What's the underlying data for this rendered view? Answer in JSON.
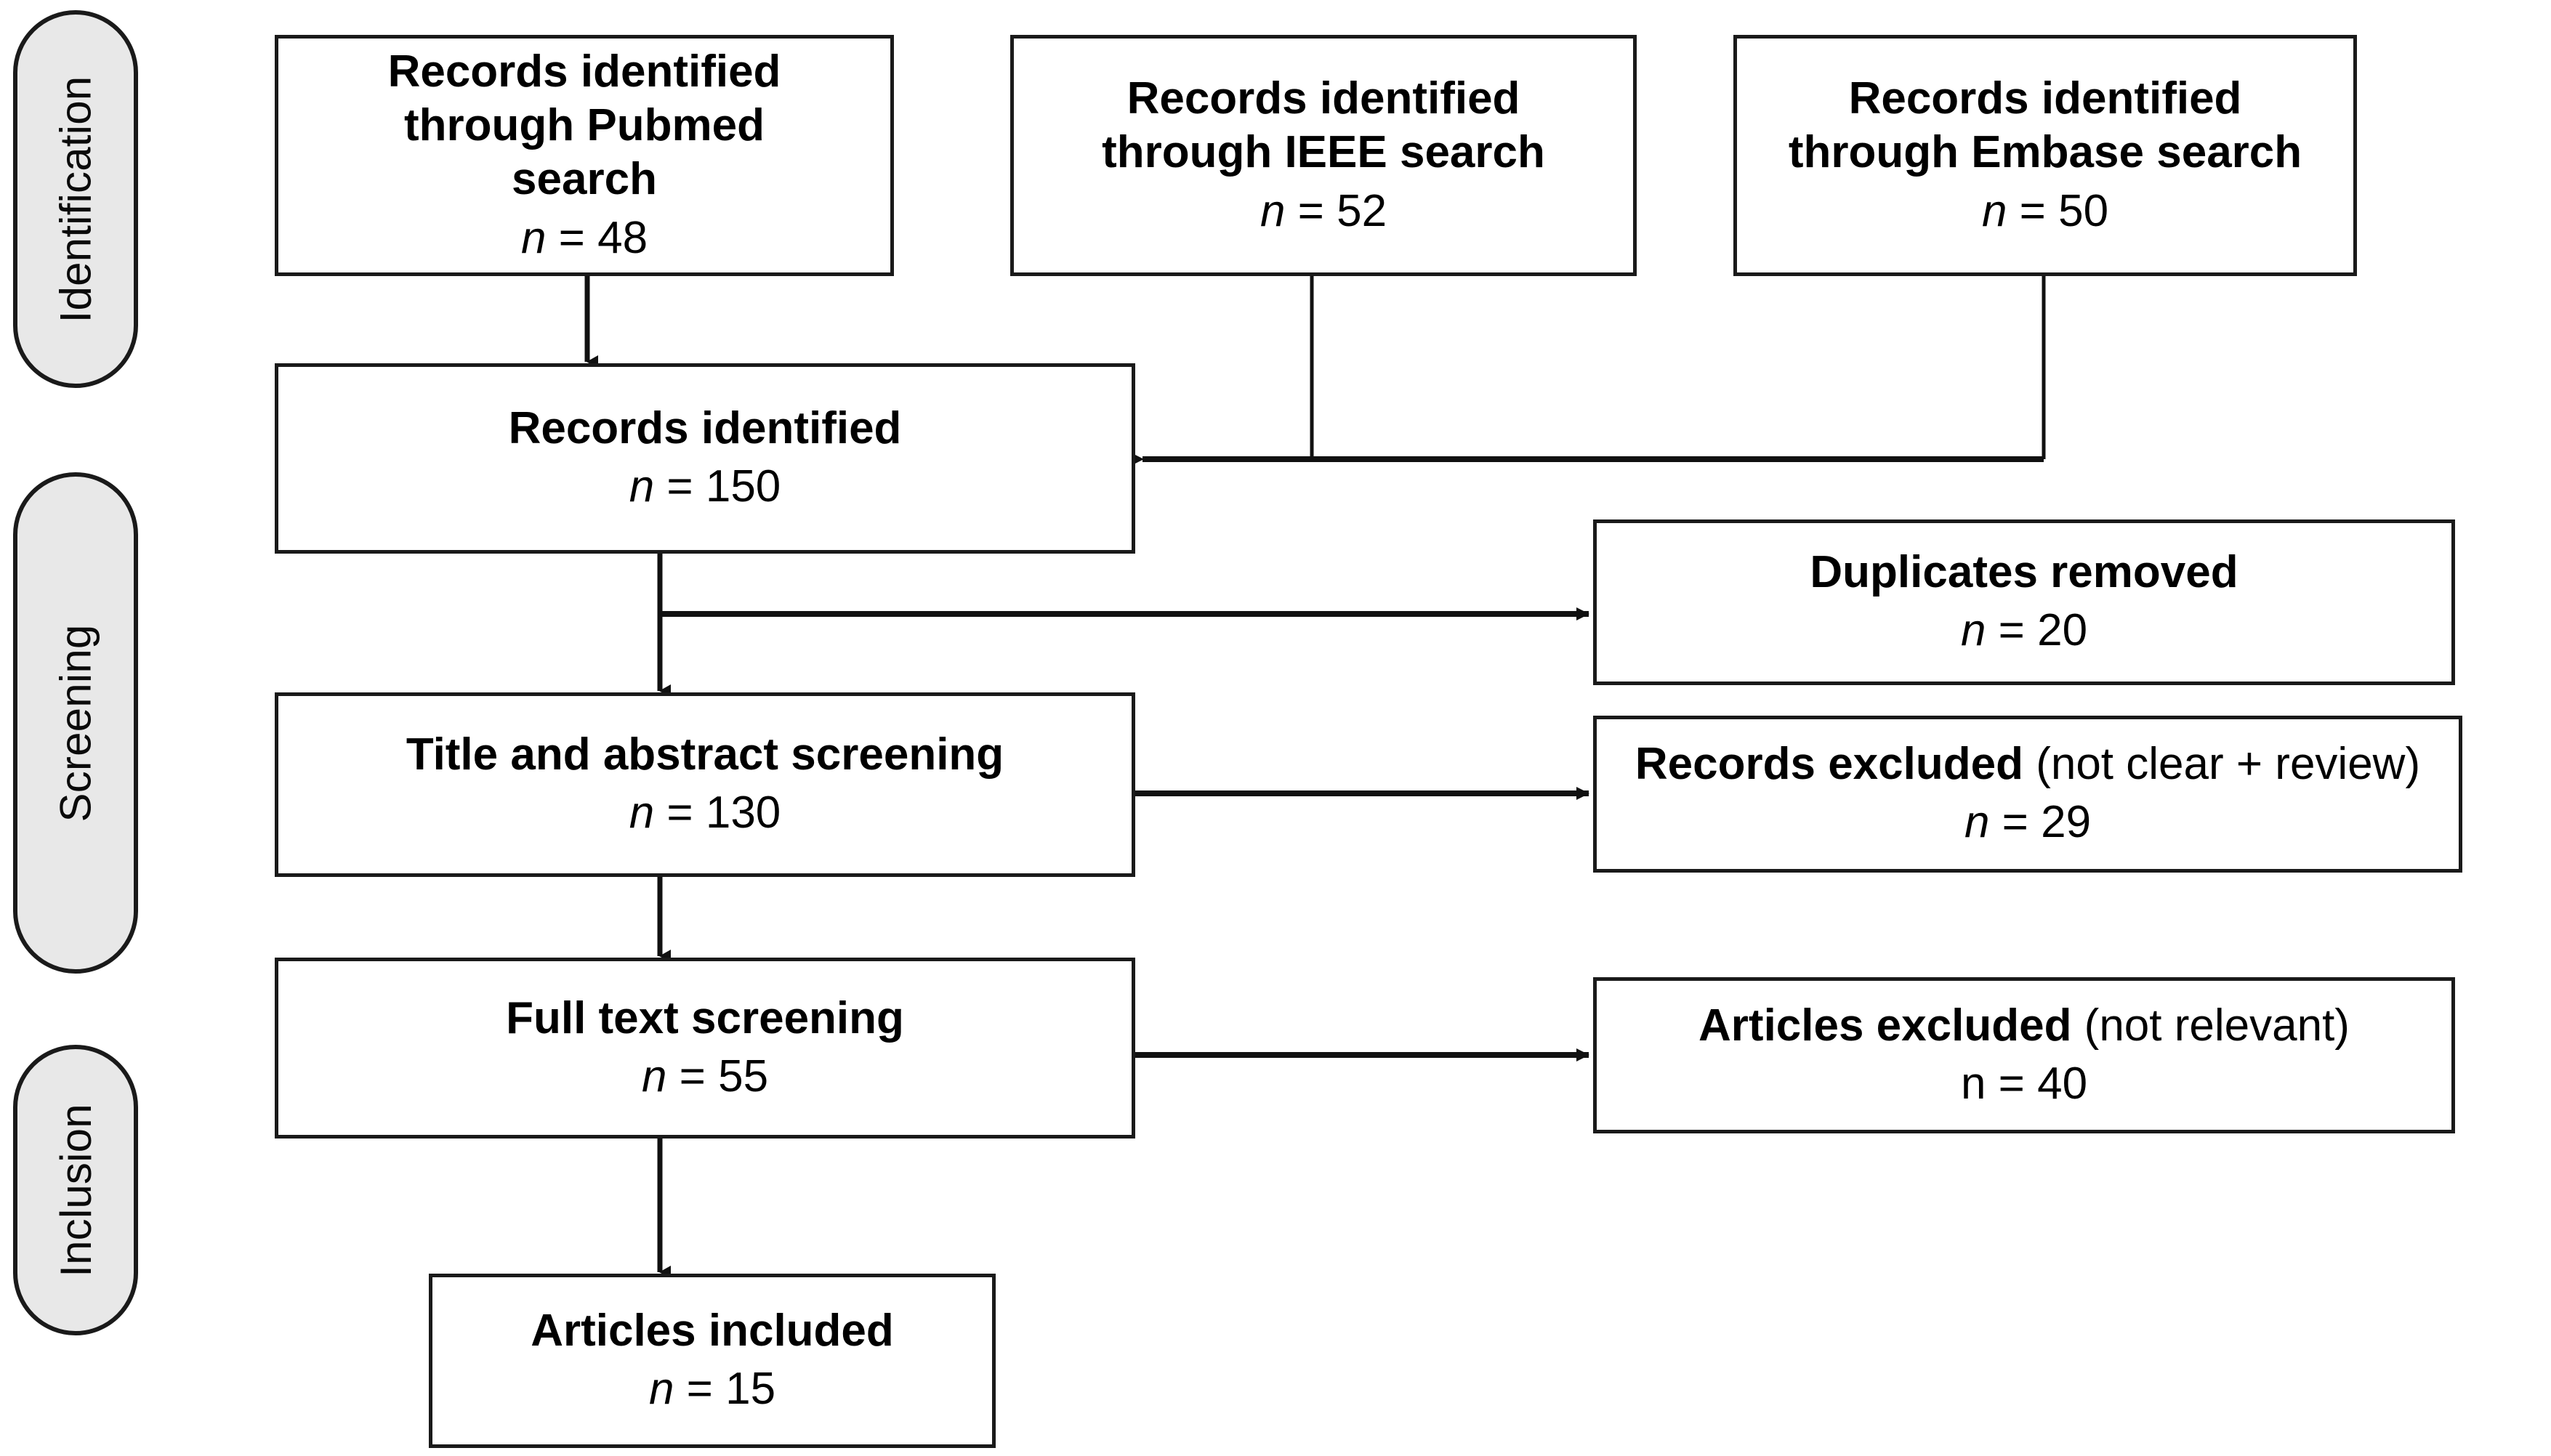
{
  "diagram": {
    "type": "prisma-flow-diagram",
    "title": "PRISMA study selection flow diagram",
    "colors": {
      "pill_fill": "#e8e8e8",
      "stroke": "#1a1a1a",
      "box_fill": "#ffffff",
      "text": "#000000"
    }
  },
  "phases": [
    {
      "id": "identification",
      "label": "Identification"
    },
    {
      "id": "screening",
      "label": "Screening"
    },
    {
      "id": "inclusion",
      "label": "Inclusion"
    }
  ],
  "boxes": {
    "pubmed": {
      "title": "Records identified\nthrough Pubmed\nsearch",
      "n_symbol": "n",
      "n_italic": true,
      "count": "= 48",
      "count_full": "n = 48"
    },
    "ieee": {
      "title": "Records identified\nthrough IEEE search",
      "n_symbol": "n",
      "n_italic": true,
      "count": "= 52",
      "count_full": "n = 52"
    },
    "embase": {
      "title": "Records identified\nthrough Embase search",
      "n_symbol": "n",
      "n_italic": true,
      "count": "= 50",
      "count_full": "n = 50"
    },
    "records_identified": {
      "title": "Records identified",
      "n_symbol": "n",
      "n_italic": true,
      "count": "= 150",
      "count_full": "n = 150"
    },
    "duplicates_removed": {
      "title": "Duplicates removed",
      "n_symbol": "n",
      "n_italic": true,
      "count": "= 20",
      "count_full": "n = 20"
    },
    "title_abstract": {
      "title": "Title and abstract screening",
      "n_symbol": "n",
      "n_italic": true,
      "count": "= 130",
      "count_full": "n = 130"
    },
    "records_excluded": {
      "title_bold": "Records excluded",
      "title_note": " (not clear + review)",
      "n_symbol": "n",
      "n_italic": true,
      "count": "= 29",
      "count_full": "n = 29"
    },
    "full_text": {
      "title": "Full text screening",
      "n_symbol": "n",
      "n_italic": true,
      "count": "= 55",
      "count_full": "n = 55"
    },
    "articles_excluded": {
      "title_bold": "Articles excluded",
      "title_note": "  (not relevant)",
      "n_symbol": "n",
      "n_italic": false,
      "count": "= 40",
      "count_full": "n = 40"
    },
    "articles_included": {
      "title": "Articles included",
      "n_symbol": "n",
      "n_italic": true,
      "count": "= 15",
      "count_full": "n = 15"
    }
  },
  "flow": {
    "edges": [
      {
        "from": "pubmed",
        "to": "records_identified",
        "kind": "arrow-down"
      },
      {
        "from": "ieee",
        "to": "records_identified",
        "kind": "elbow-left"
      },
      {
        "from": "embase",
        "to": "records_identified",
        "kind": "elbow-left"
      },
      {
        "from": "records_identified",
        "to": "duplicates_removed",
        "kind": "branch-right"
      },
      {
        "from": "records_identified",
        "to": "title_abstract",
        "kind": "arrow-down"
      },
      {
        "from": "title_abstract",
        "to": "records_excluded",
        "kind": "arrow-right"
      },
      {
        "from": "title_abstract",
        "to": "full_text",
        "kind": "arrow-down"
      },
      {
        "from": "full_text",
        "to": "articles_excluded",
        "kind": "arrow-right"
      },
      {
        "from": "full_text",
        "to": "articles_included",
        "kind": "arrow-down"
      }
    ]
  }
}
